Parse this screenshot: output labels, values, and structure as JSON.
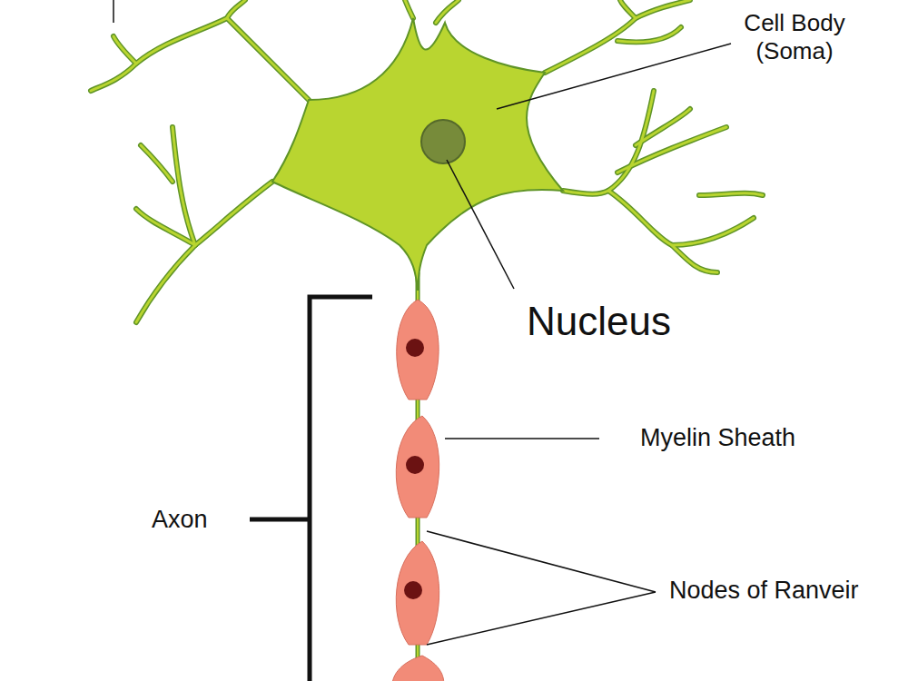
{
  "diagram": {
    "labels": [
      "Cell Body (Soma)",
      "Nucleus",
      "Myelin Sheath",
      "Axon",
      "Nodes of Ranveir"
    ]
  }
}
